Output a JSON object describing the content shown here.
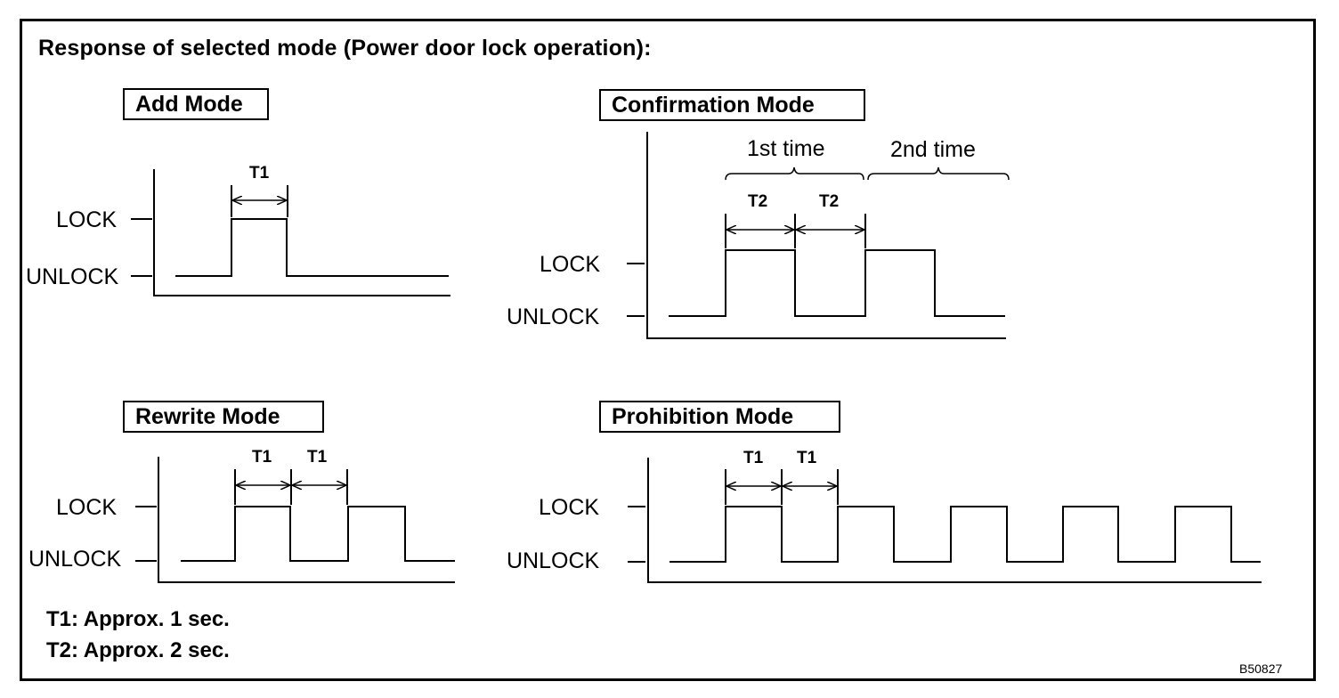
{
  "title": "Response of selected mode (Power door lock operation):",
  "modes": {
    "add": {
      "label": "Add Mode",
      "lock": "LOCK",
      "unlock": "UNLOCK",
      "t1": "T1"
    },
    "confirmation": {
      "label": "Confirmation Mode",
      "lock": "LOCK",
      "unlock": "UNLOCK",
      "t2a": "T2",
      "t2b": "T2",
      "first": "1st time",
      "second": "2nd time"
    },
    "rewrite": {
      "label": "Rewrite Mode",
      "lock": "LOCK",
      "unlock": "UNLOCK",
      "t1a": "T1",
      "t1b": "T1"
    },
    "prohibition": {
      "label": "Prohibition Mode",
      "lock": "LOCK",
      "unlock": "UNLOCK",
      "t1a": "T1",
      "t1b": "T1"
    }
  },
  "notes": {
    "t1": "T1: Approx. 1 sec.",
    "t2": "T2: Approx. 2 sec."
  },
  "figure_code": "B50827"
}
